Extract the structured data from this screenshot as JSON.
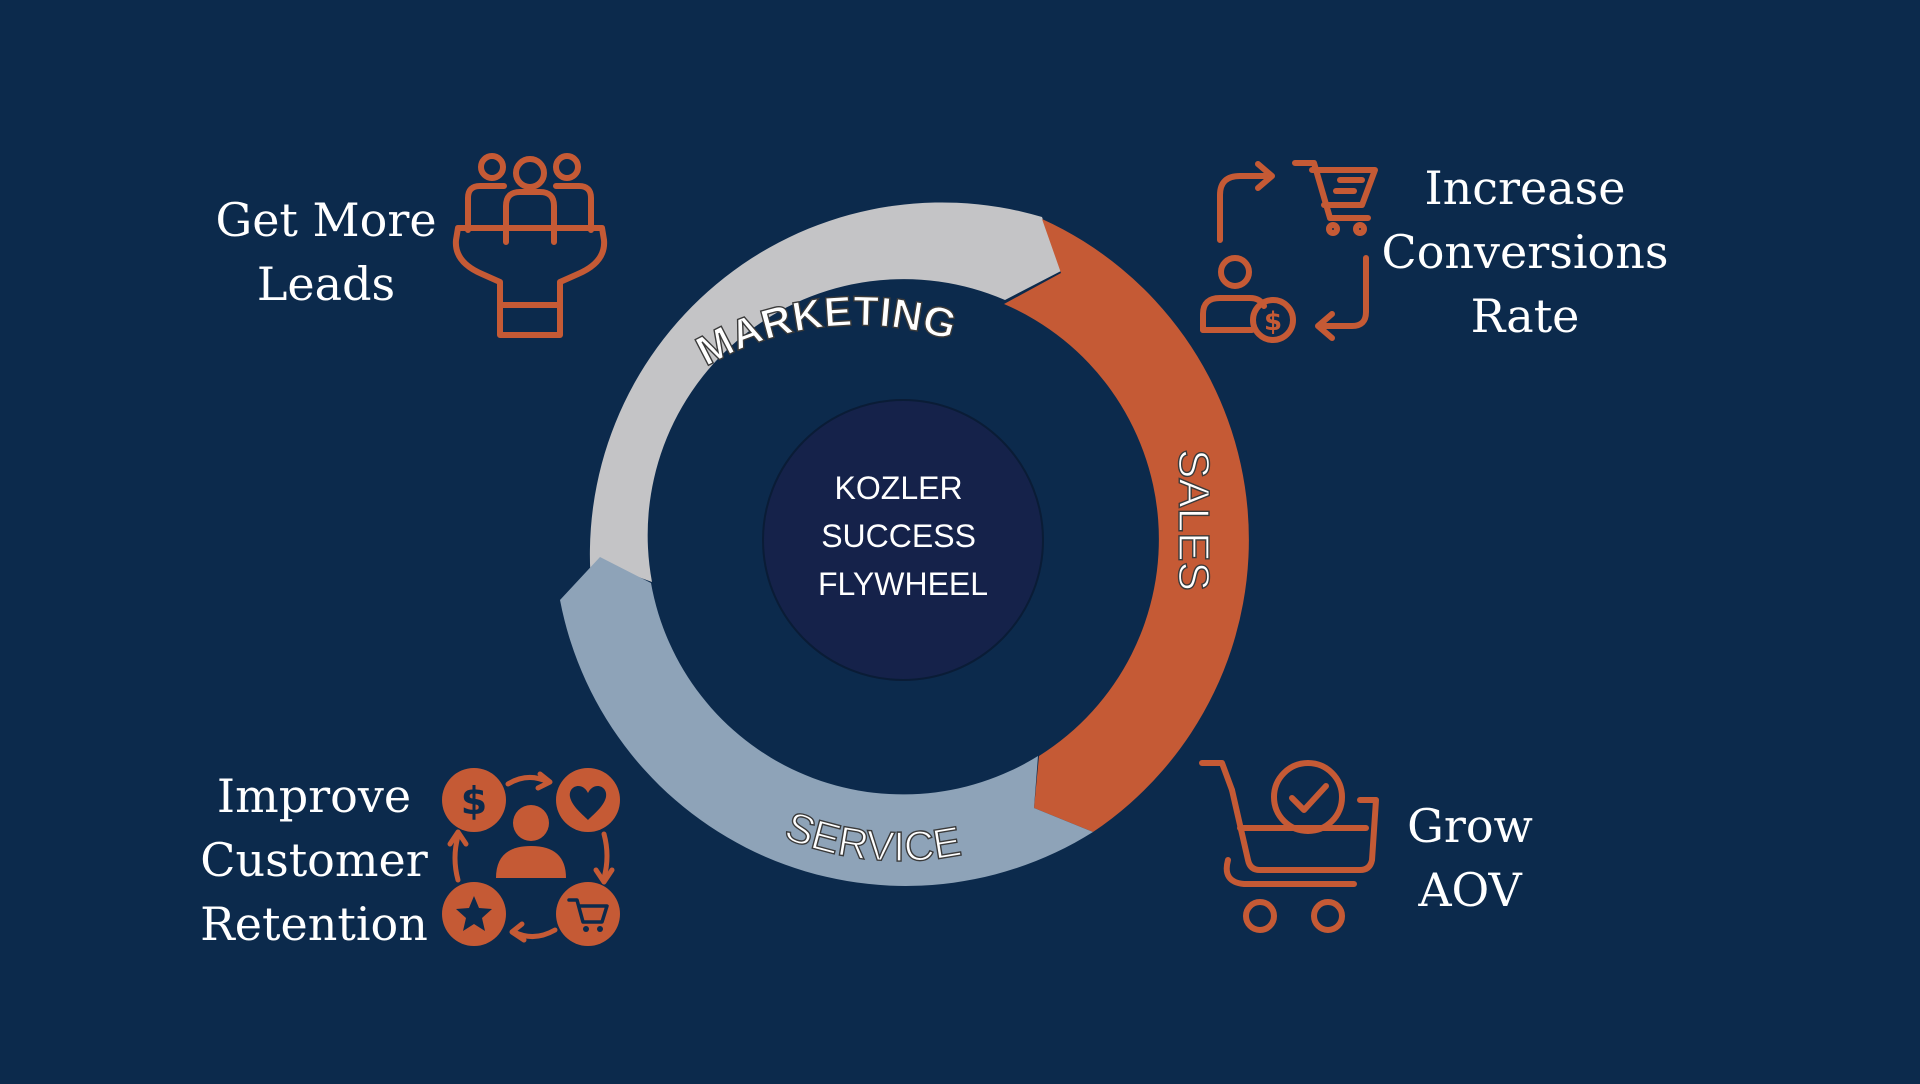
{
  "center": {
    "lines": [
      "KOZLER",
      "SUCCESS",
      "FLYWHEEL"
    ]
  },
  "segments": {
    "marketing": "MARKETING",
    "sales": "SALES",
    "service": "SERVICE"
  },
  "goals": {
    "leads": {
      "lines": [
        "Get More",
        "Leads"
      ],
      "icon": "people-funnel-icon"
    },
    "conversion": {
      "lines": [
        "Increase",
        "Conversions",
        "Rate"
      ],
      "icon": "cart-conversion-cycle-icon"
    },
    "aov": {
      "lines": [
        "Grow",
        "AOV"
      ],
      "icon": "cart-check-icon"
    },
    "retention": {
      "lines": [
        "Improve",
        "Customer",
        "Retention"
      ],
      "icon": "customer-retention-cycle-icon"
    }
  },
  "colors": {
    "background": "#0c2a4c",
    "marketing": "#c4c4c6",
    "sales": "#c55a35",
    "service": "#8ea3b8",
    "center": "#15224a",
    "accent": "#c55a35",
    "text": "#ffffff"
  }
}
